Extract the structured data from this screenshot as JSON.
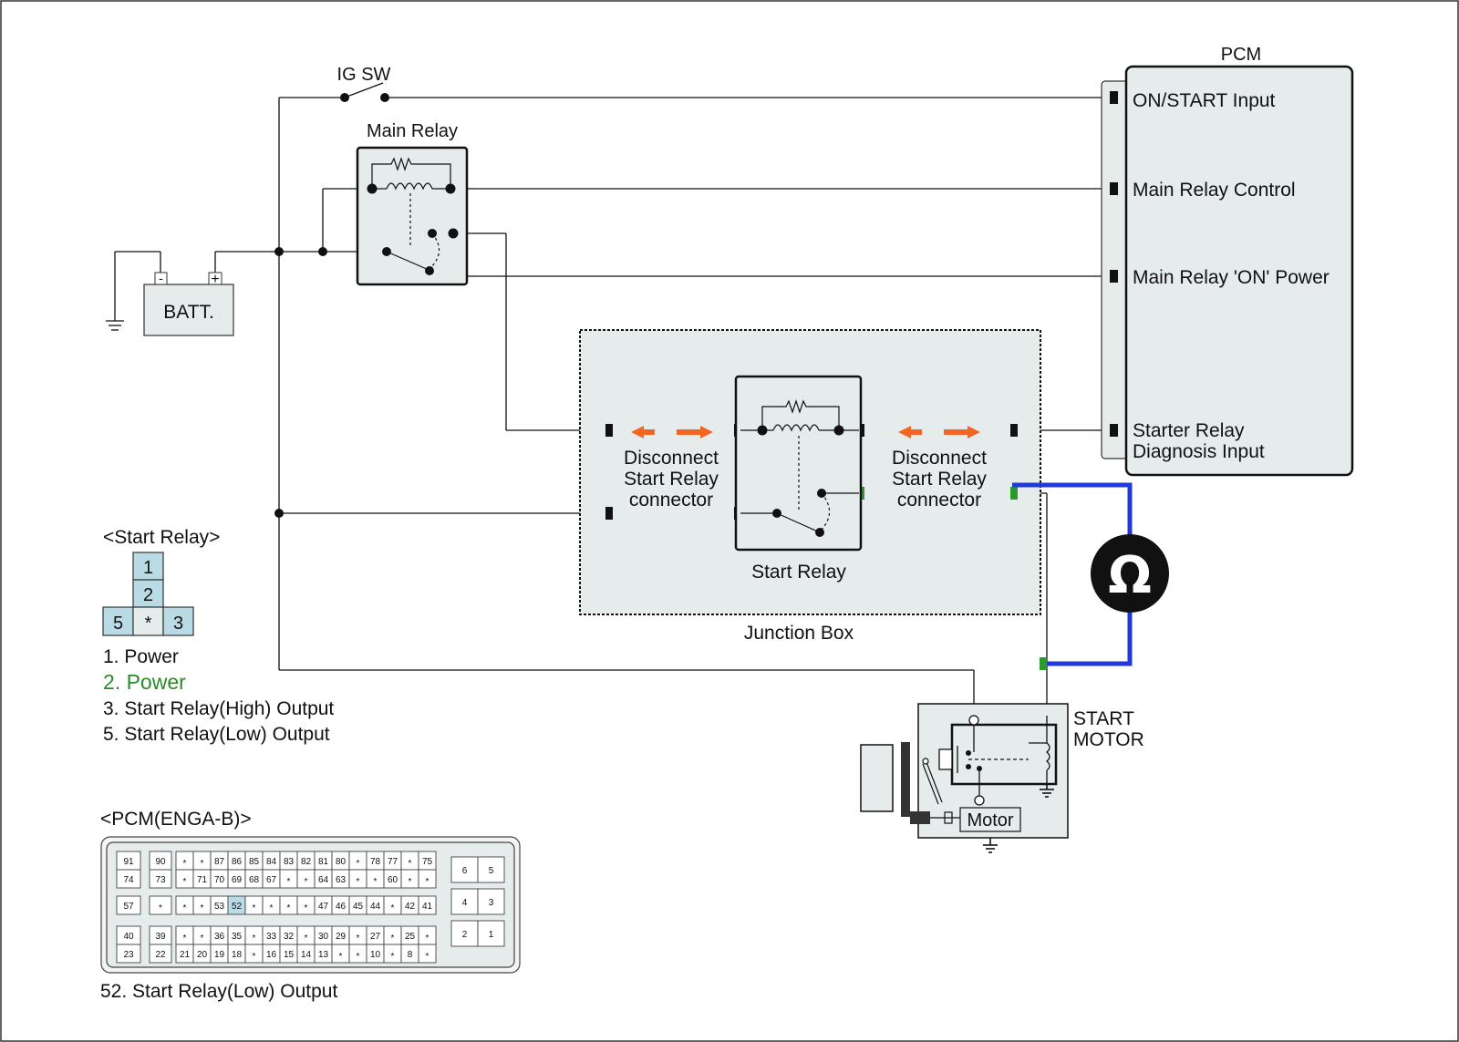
{
  "colors": {
    "box_fill": "#e6ecec",
    "pin_fill": "#b9dbe6",
    "arrow": "#f26522",
    "meter_lead": "#1f3ad8",
    "probe": "#2a9a2a",
    "power_green": "#2a8a2a"
  },
  "labels": {
    "ig_sw": "IG SW",
    "main_relay": "Main Relay",
    "batt": "BATT.",
    "batt_neg": "-",
    "batt_pos": "+",
    "pcm": "PCM",
    "on_start_input": "ON/START Input",
    "main_relay_control": "Main Relay Control",
    "main_relay_on_power": "Main Relay 'ON' Power",
    "starter_relay_diag_1": "Starter Relay",
    "starter_relay_diag_2": "Diagnosis Input",
    "disconnect_left_1": "Disconnect",
    "disconnect_left_2": "Start Relay",
    "disconnect_left_3": "connector",
    "disconnect_right_1": "Disconnect",
    "disconnect_right_2": "Start Relay",
    "disconnect_right_3": "connector",
    "start_relay": "Start Relay",
    "junction_box": "Junction Box",
    "ohm_symbol": "Ω",
    "start_motor_1": "START",
    "start_motor_2": "MOTOR",
    "motor": "Motor"
  },
  "start_relay_legend": {
    "title": "<Start Relay>",
    "pins": [
      "1",
      "2",
      "5",
      "*",
      "3"
    ],
    "items": [
      "1. Power",
      "2. Power",
      "3. Start Relay(High) Output",
      "5. Start Relay(Low) Output"
    ]
  },
  "pcm_connector": {
    "title": "<PCM(ENGA-B)>",
    "highlight": "52",
    "note": "52. Start Relay(Low) Output",
    "rows": [
      [
        "91",
        "90",
        "*",
        "*",
        "87",
        "86",
        "85",
        "84",
        "83",
        "82",
        "81",
        "80",
        "*",
        "78",
        "77",
        "*",
        "75"
      ],
      [
        "74",
        "73",
        "*",
        "71",
        "70",
        "69",
        "68",
        "67",
        "*",
        "*",
        "64",
        "63",
        "*",
        "*",
        "60",
        "*",
        "*"
      ],
      [
        "57",
        "*",
        "*",
        "*",
        "53",
        "52",
        "*",
        "*",
        "*",
        "*",
        "47",
        "46",
        "45",
        "44",
        "*",
        "42",
        "41"
      ],
      [
        "40",
        "39",
        "*",
        "*",
        "36",
        "35",
        "*",
        "33",
        "32",
        "*",
        "30",
        "29",
        "*",
        "27",
        "*",
        "25",
        "*"
      ],
      [
        "23",
        "22",
        "21",
        "20",
        "19",
        "18",
        "*",
        "16",
        "15",
        "14",
        "13",
        "*",
        "*",
        "10",
        "*",
        "8",
        "*"
      ]
    ],
    "right_blocks": [
      [
        "6",
        "5"
      ],
      [
        "4",
        "3"
      ],
      [
        "2",
        "1"
      ]
    ]
  }
}
